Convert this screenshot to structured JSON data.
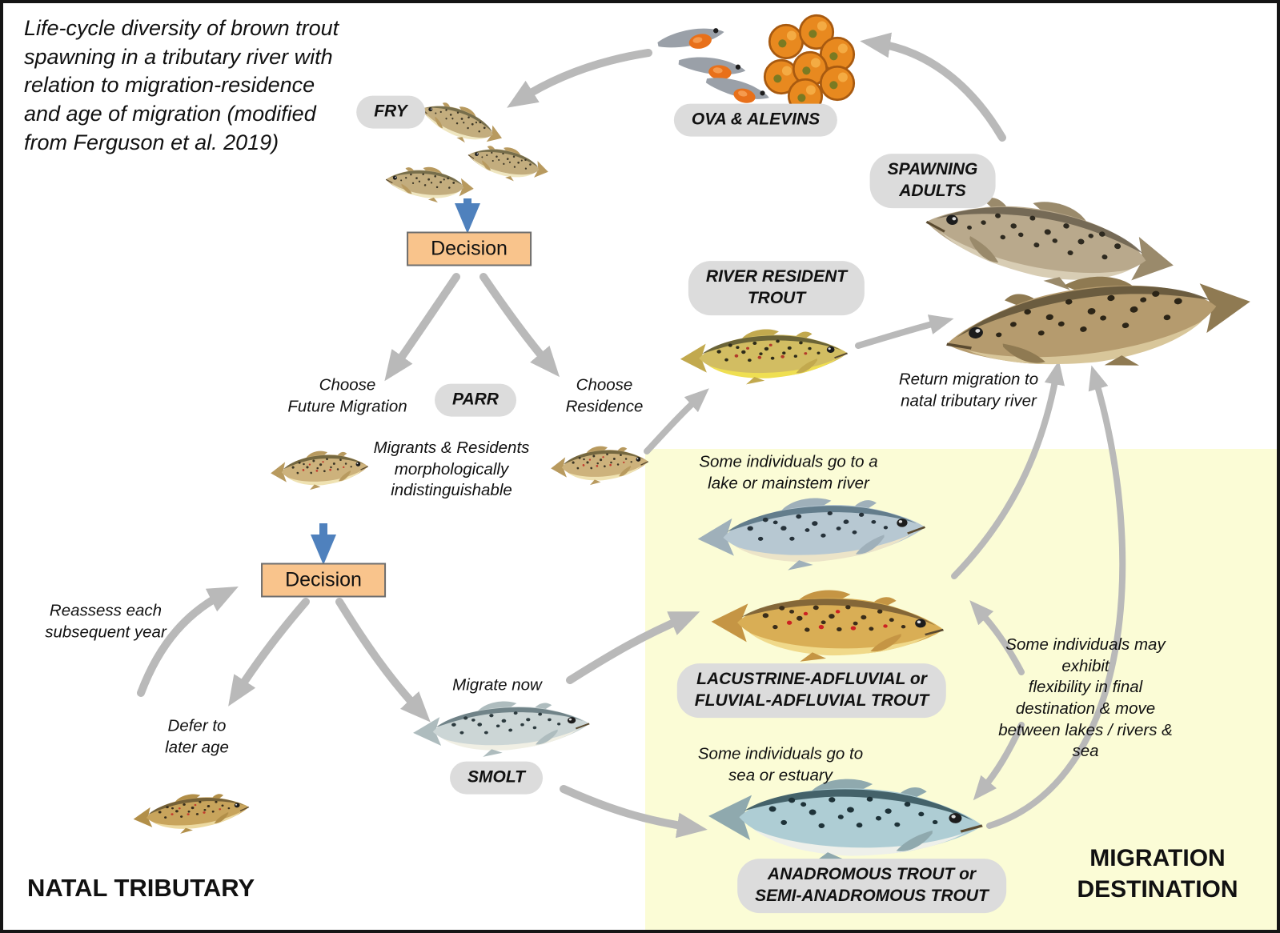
{
  "title": "Life-cycle diversity of brown trout\nspawning in a tributary river with\nrelation to migration-residence\nand age of migration (modified\nfrom Ferguson et al. 2019)",
  "stages": {
    "fry": "FRY",
    "ova_alevins": "OVA & ALEVINS",
    "spawning_adults": "SPAWNING\nADULTS",
    "river_resident": "RIVER RESIDENT\nTROUT",
    "parr": "PARR",
    "lacustrine": "LACUSTRINE-ADFLUVIAL or\nFLUVIAL-ADFLUVIAL TROUT",
    "smolt": "SMOLT",
    "anadromous": "ANADROMOUS TROUT  or\nSEMI-ANADROMOUS TROUT"
  },
  "decision_label": "Decision",
  "notes": {
    "choose_future": "Choose\nFuture Migration",
    "choose_residence": "Choose\nResidence",
    "migrants_morph": "Migrants & Residents\nmorphologically\nindistinguishable",
    "return_migration": "Return migration to\nnatal tributary river",
    "lake": "Some individuals go to a\nlake or mainstem river",
    "reassess": "Reassess each\nsubsequent year",
    "defer": "Defer to\nlater age",
    "migrate_now": "Migrate now",
    "flexibility": "Some individuals may exhibit\nflexibility  in final destination & move\nbetween lakes / rivers & sea",
    "sea": "Some individuals go to\nsea or estuary"
  },
  "regions": {
    "natal": "NATAL TRIBUTARY",
    "destination": "MIGRATION\nDESTINATION"
  },
  "colors": {
    "arrow": "#b9b9b9",
    "blue_arrow": "#4f81bd",
    "pill_bg": "#dcdcdc",
    "decision_bg": "#f9c48c",
    "destination_bg": "#fbfcd6"
  }
}
